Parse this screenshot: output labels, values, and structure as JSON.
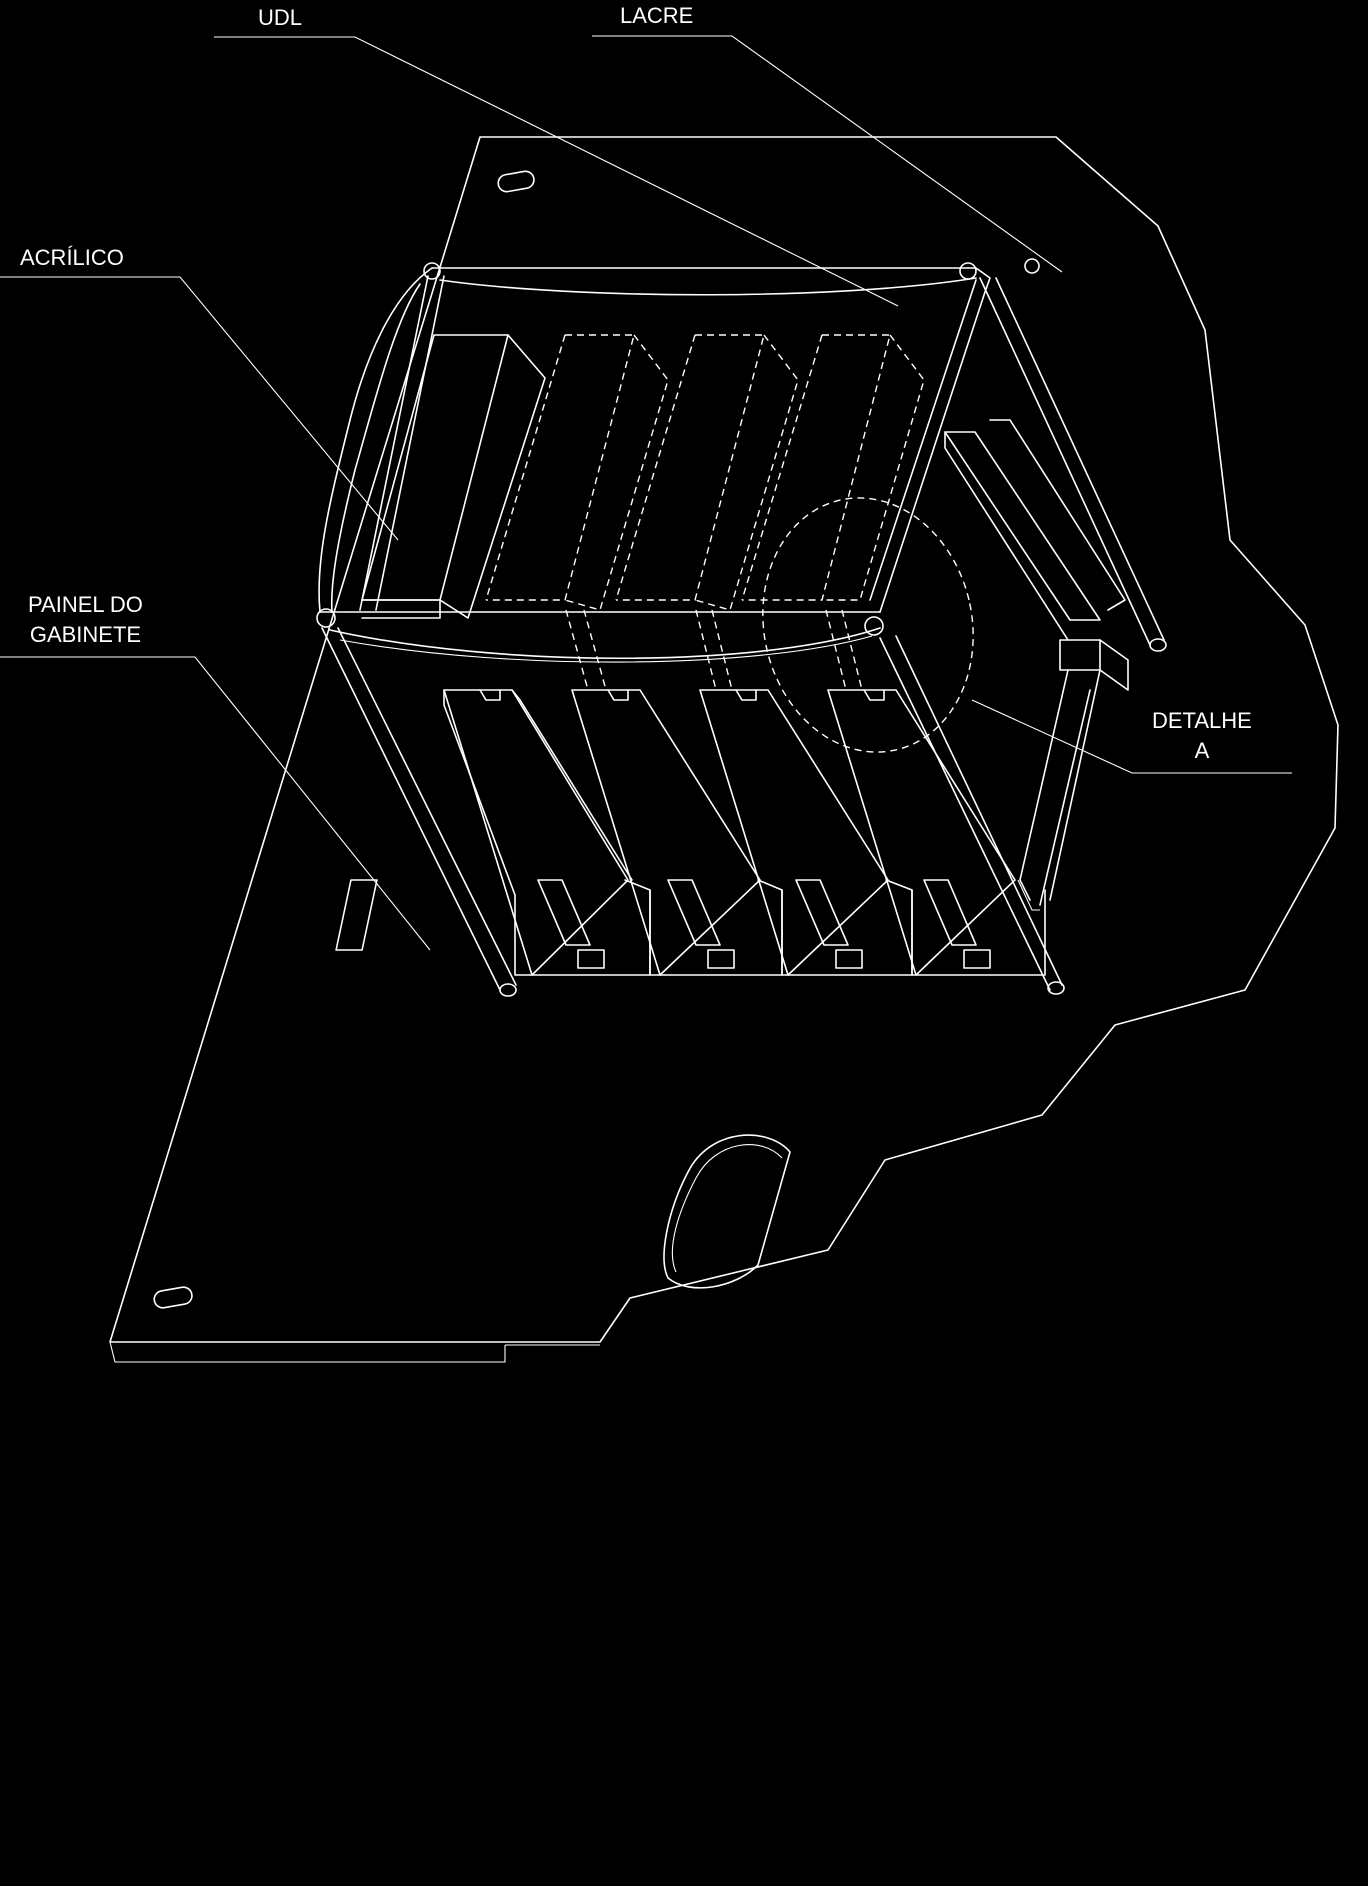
{
  "labels": {
    "udl": "UDL",
    "lacre": "LACRE",
    "acrilico": "ACRÍLICO",
    "painel_line1": "PAINEL DO",
    "painel_line2": "GABINETE",
    "detalhe_line1": "DETALHE",
    "detalhe_line2": "A"
  },
  "colors": {
    "background": "#000000",
    "line": "#ffffff"
  }
}
